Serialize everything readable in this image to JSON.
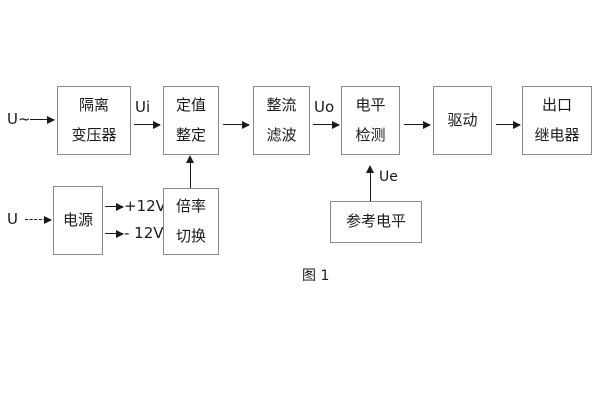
{
  "figure": {
    "caption": "图 1",
    "line_color": "#8a8a8a",
    "text_color": "#1a1a1a",
    "background": "#ffffff"
  },
  "inputs": {
    "ac_source": "U~",
    "dc_source": "U"
  },
  "signals": {
    "ui": "Ui",
    "uo": "Uo",
    "ue": "Ue",
    "rail_positive": "+12V",
    "rail_negative": "- 12V"
  },
  "blocks": {
    "isolation_transformer": {
      "line1": "隔离",
      "line2": "变压器"
    },
    "setting_value": {
      "line1": "定值",
      "line2": "整定"
    },
    "rectify_filter": {
      "line1": "整流",
      "line2": "滤波"
    },
    "level_detect": {
      "line1": "电平",
      "line2": "检测"
    },
    "drive": {
      "line1": "驱动"
    },
    "output_relay": {
      "line1": "出口",
      "line2": "继电器"
    },
    "power_supply": {
      "line1": "电源"
    },
    "multiplier_switch": {
      "line1": "倍率",
      "line2": "切换"
    },
    "reference_level": {
      "line1": "参考电平"
    }
  }
}
